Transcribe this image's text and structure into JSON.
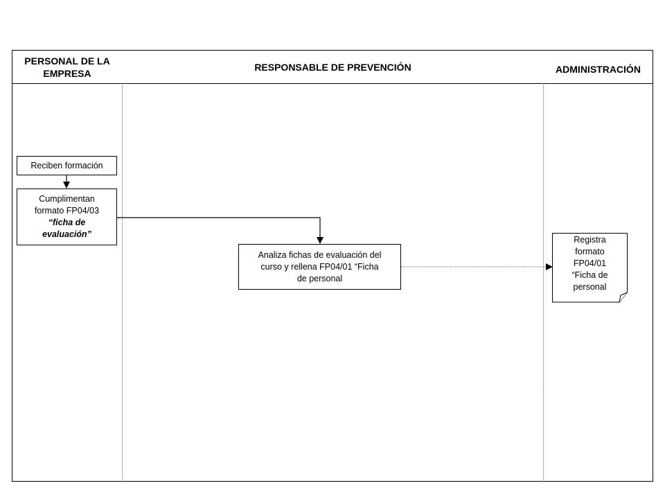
{
  "lanes": [
    {
      "title": "PERSONAL DE LA EMPRESA"
    },
    {
      "title": "RESPONSABLE DE PREVENCIÓN"
    },
    {
      "title": "ADMINISTRACIÓN"
    }
  ],
  "nodes": {
    "reciben": {
      "text": "Reciben formación"
    },
    "cumplimentan": {
      "line1": "Cumplimentan",
      "line2": "formato FP04/03",
      "line3": "“ficha de",
      "line4": "evaluación”"
    },
    "analiza": {
      "line1": "Analiza fichas de evaluación del",
      "line2": "curso y rellena FP04/01 “Ficha",
      "line3": "de personal"
    },
    "registra": {
      "line1": "Registra",
      "line2": "formato",
      "line3": "FP04/01",
      "line4": "“Ficha de",
      "line5": "personal"
    }
  },
  "colors": {
    "line": "#000000",
    "dotted_line": "#666666"
  }
}
